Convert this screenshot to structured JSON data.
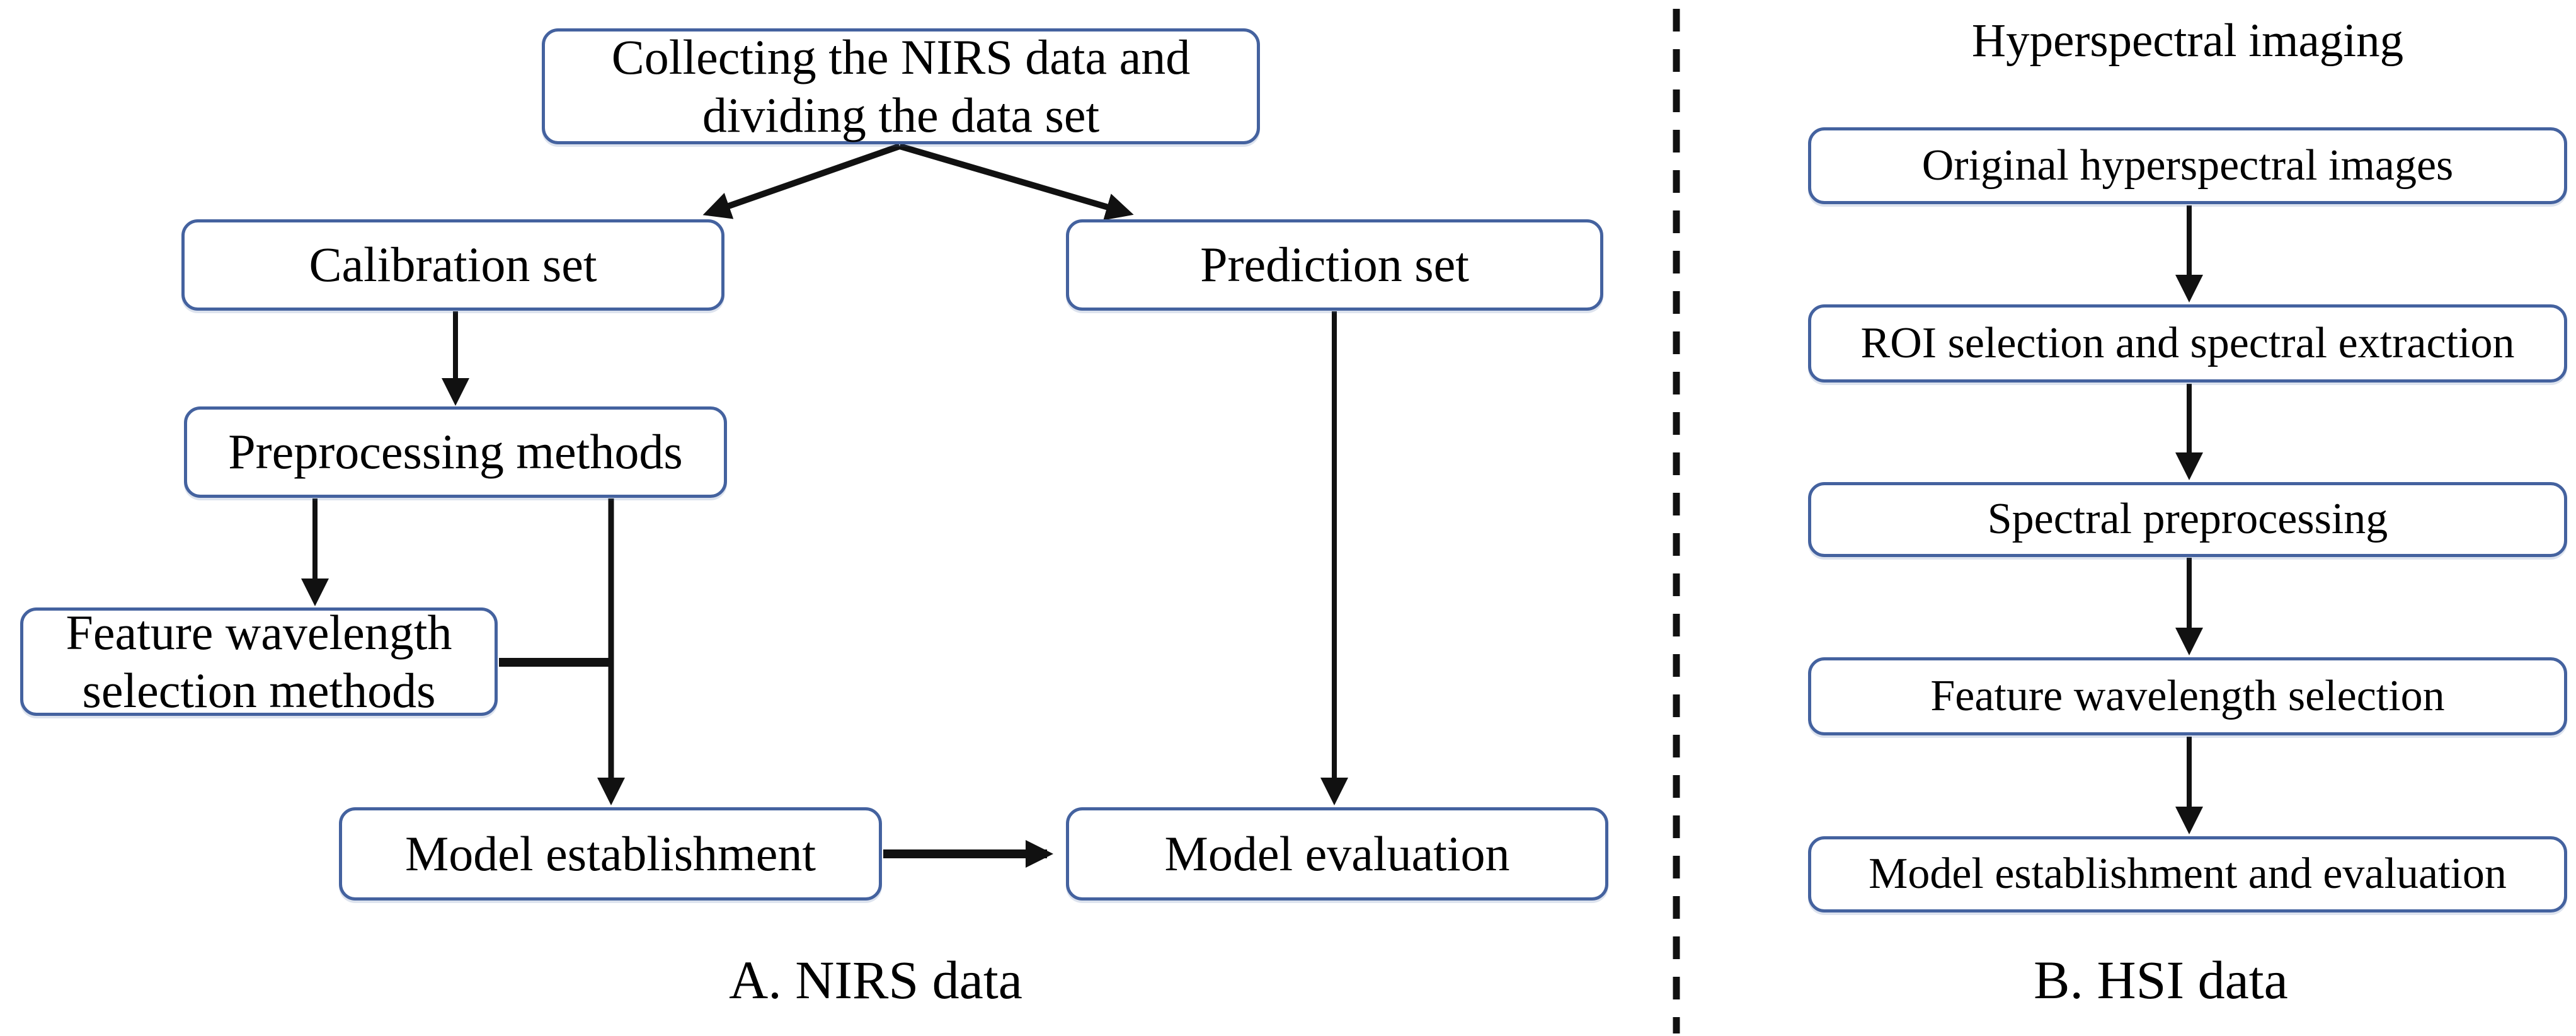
{
  "colors": {
    "box_border": "#44629f",
    "line": "#111111",
    "background": "#ffffff",
    "text": "#000000"
  },
  "panel_a": {
    "caption": "A. NIRS data",
    "nodes": {
      "collect": "Collecting the NIRS data and dividing the data set",
      "calibration": "Calibration set",
      "prediction": "Prediction set",
      "preprocessing": "Preprocessing methods",
      "feature_selection": "Feature wavelength selection methods",
      "model_establishment": "Model establishment",
      "model_evaluation": "Model evaluation"
    }
  },
  "panel_b": {
    "title": "Hyperspectral imaging",
    "caption": "B. HSI data",
    "nodes": {
      "original_images": "Original hyperspectral images",
      "roi_selection": "ROI selection and spectral extraction",
      "spectral_preprocessing": "Spectral preprocessing",
      "feature_selection": "Feature wavelength selection",
      "model_establishment_evaluation": "Model establishment and evaluation"
    }
  }
}
